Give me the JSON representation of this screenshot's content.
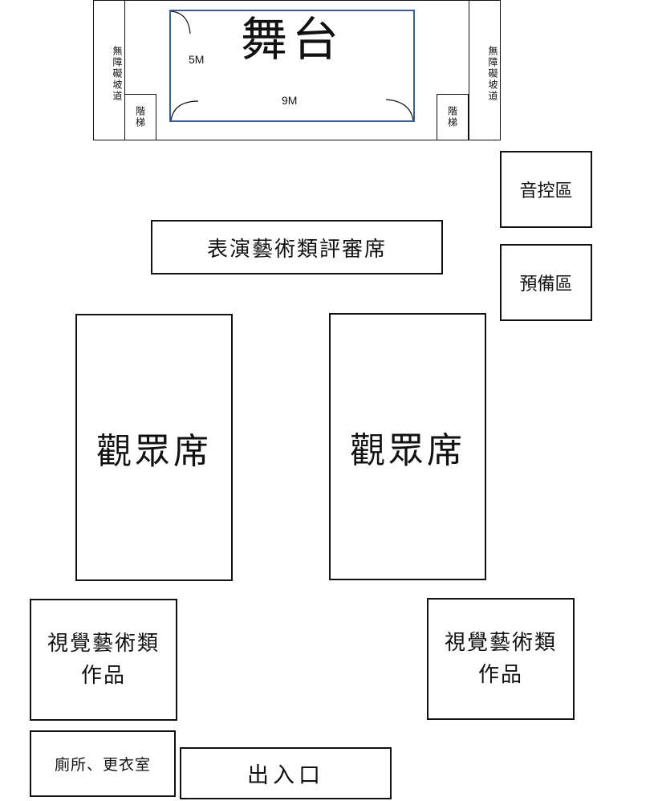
{
  "stage": {
    "title": "舞台",
    "height_label": "5M",
    "width_label": "9M",
    "border_color": "#3c5d93"
  },
  "ramp_left": "無障礙坡道",
  "ramp_right": "無障礙坡道",
  "stairs_left": "階梯",
  "stairs_right": "階梯",
  "sound_control": "音控區",
  "standby_area": "預備區",
  "judges_table": "表演藝術類評審席",
  "audience_left": "觀眾席",
  "audience_right": "觀眾席",
  "visual_art_left": {
    "line1": "視覺藝術類",
    "line2": "作品"
  },
  "visual_art_right": {
    "line1": "視覺藝術類",
    "line2": "作品"
  },
  "restroom": "廁所、更衣室",
  "entrance": "出入口"
}
